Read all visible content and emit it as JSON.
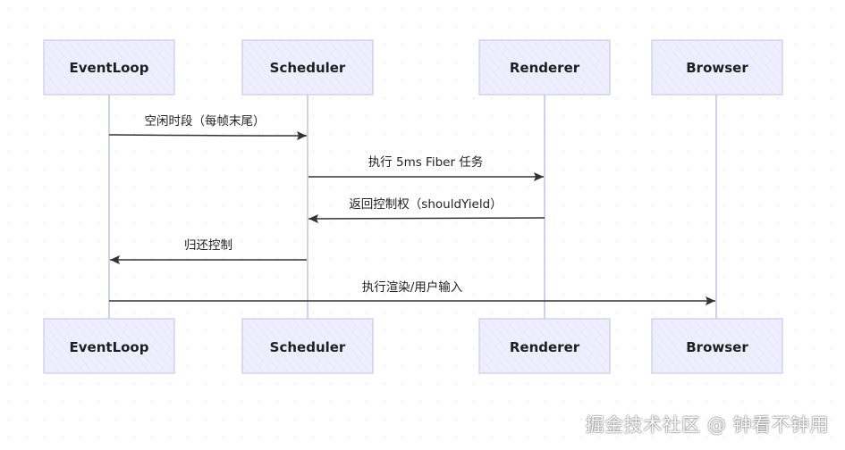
{
  "actors": [
    {
      "id": "eventloop",
      "label": "EventLoop"
    },
    {
      "id": "scheduler",
      "label": "Scheduler"
    },
    {
      "id": "renderer",
      "label": "Renderer"
    },
    {
      "id": "browser",
      "label": "Browser"
    }
  ],
  "messages": [
    {
      "from": "eventloop",
      "to": "scheduler",
      "label": "空闲时段（每帧末尾）"
    },
    {
      "from": "scheduler",
      "to": "renderer",
      "label": "执行 5ms Fiber 任务"
    },
    {
      "from": "renderer",
      "to": "scheduler",
      "label": "返回控制权（shouldYield）"
    },
    {
      "from": "scheduler",
      "to": "eventloop",
      "label": "归还控制"
    },
    {
      "from": "eventloop",
      "to": "browser",
      "label": "执行渲染/用户输入"
    }
  ],
  "watermark": "掘金技术社区 @ 钟看不钟用",
  "colors": {
    "actor_fill": "#eeeeff",
    "actor_stroke": "#c9c9ec",
    "lifeline": "#cfcfee",
    "arrow": "#333333"
  }
}
